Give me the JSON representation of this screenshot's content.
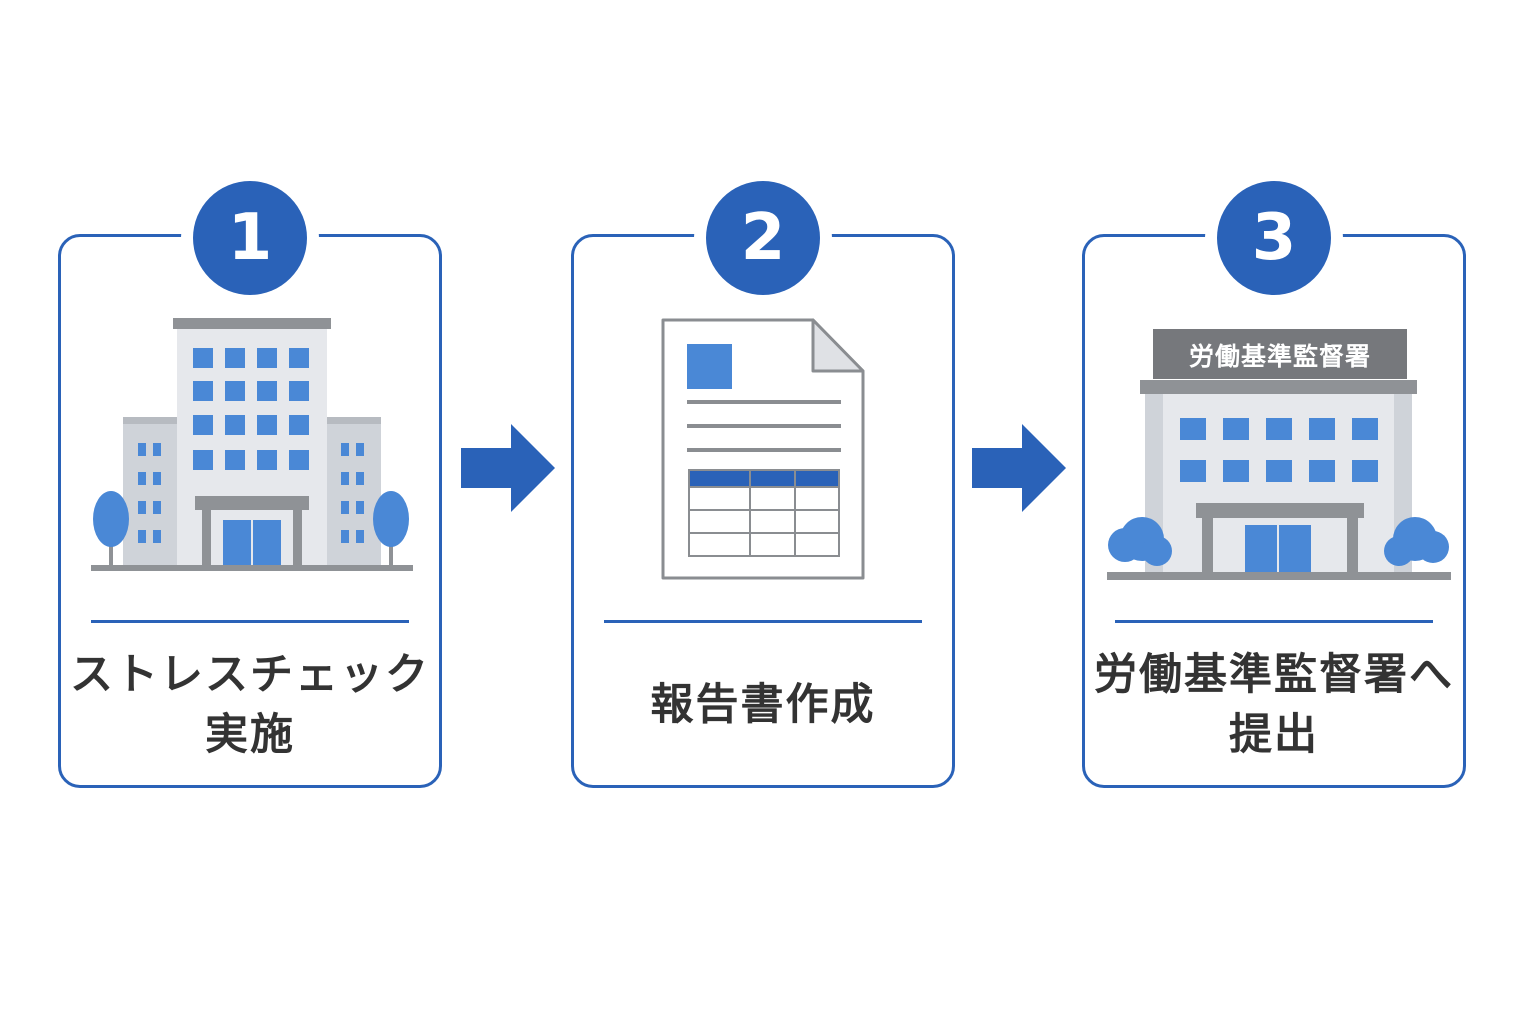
{
  "steps": [
    {
      "number": "1",
      "label_lines": [
        "ストレスチェック",
        "実施"
      ]
    },
    {
      "number": "2",
      "label_lines": [
        "報告書作成"
      ]
    },
    {
      "number": "3",
      "label_lines": [
        "労働基準監督署へ",
        "提出"
      ],
      "building_sign": "労働基準監督署"
    }
  ],
  "colors": {
    "accent": "#2a62b8",
    "window_blue": "#4a88d6",
    "building_light": "#e6e8ec",
    "building_mid": "#cfd3d9",
    "roof_gray": "#8f9296",
    "text": "#333333"
  },
  "icons": [
    "office-building-icon",
    "report-document-icon",
    "labor-office-building-icon",
    "arrow-right-icon"
  ]
}
